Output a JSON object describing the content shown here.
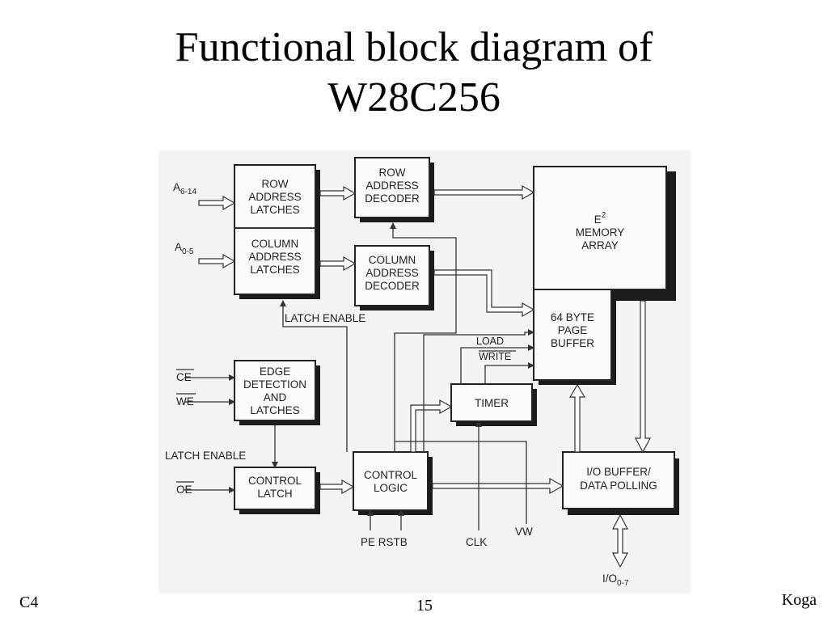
{
  "slide": {
    "title_line1": "Functional block diagram of",
    "title_line2": "W28C256"
  },
  "footer": {
    "left": "C4",
    "page": "15",
    "right": "Koga"
  },
  "diagram": {
    "blocks": {
      "row_address_latches": [
        "ROW",
        "ADDRESS",
        "LATCHES"
      ],
      "column_address_latches": [
        "COLUMN",
        "ADDRESS",
        "LATCHES"
      ],
      "row_address_decoder": [
        "ROW",
        "ADDRESS",
        "DECODER"
      ],
      "column_address_decoder": [
        "COLUMN",
        "ADDRESS",
        "DECODER"
      ],
      "memory_array": [
        "E",
        "MEMORY",
        "ARRAY"
      ],
      "memory_array_superscript": "2",
      "page_buffer": [
        "64 BYTE",
        "PAGE",
        "BUFFER"
      ],
      "edge_detection": [
        "EDGE",
        "DETECTION",
        "AND",
        "LATCHES"
      ],
      "timer": [
        "TIMER"
      ],
      "control_latch": [
        "CONTROL",
        "LATCH"
      ],
      "control_logic": [
        "CONTROL",
        "LOGIC"
      ],
      "io_buffer": [
        "I/O BUFFER/",
        "DATA POLLING"
      ]
    },
    "signals": {
      "a_high": "A",
      "a_high_sub": "6-14",
      "a_low": "A",
      "a_low_sub": "0-5",
      "ce": "CE",
      "we": "WE",
      "oe": "OE",
      "latch_enable_top": "LATCH ENABLE",
      "latch_enable_mid": "LATCH ENABLE",
      "load": "LOAD",
      "write": "WRITE",
      "pe_rstb": "PE RSTB",
      "clk": "CLK",
      "vw": "VW",
      "io": "I/O",
      "io_sub": "0-7"
    }
  }
}
